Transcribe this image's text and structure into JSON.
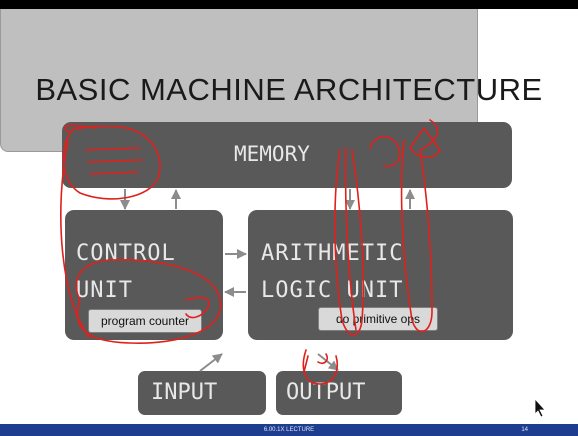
{
  "slide": {
    "title": "BASIC MACHINE ARCHITECTURE",
    "memory_label": "MEMORY",
    "control_unit_line1": "CONTROL",
    "control_unit_line2": "UNIT",
    "alu_line1": "ARITHMETIC",
    "alu_line2": "LOGIC UNIT",
    "program_counter_label": "program counter",
    "primitive_ops_label": "do primitive ops",
    "input_label": "INPUT",
    "output_label": "OUTPUT"
  },
  "footer": {
    "lecture_label": "6.00.1X LECTURE",
    "page_number": "14"
  },
  "colors": {
    "box_fill": "#595959",
    "cpu_fill": "#bfbfbf",
    "annotation_ink": "#e0201c",
    "footer_bar": "#1f3d8f"
  }
}
